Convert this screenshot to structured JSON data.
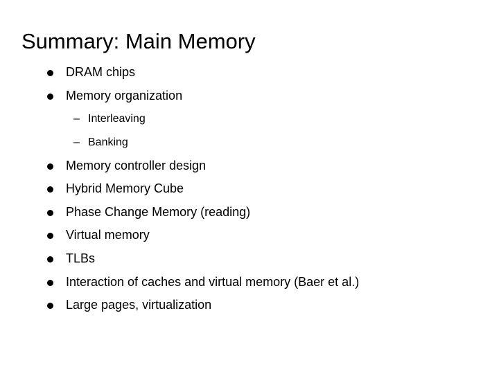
{
  "slide": {
    "title": "Summary: Main Memory",
    "bullets": [
      {
        "level": 1,
        "text": "DRAM chips"
      },
      {
        "level": 1,
        "text": "Memory organization"
      },
      {
        "level": 2,
        "text": "Interleaving"
      },
      {
        "level": 2,
        "text": "Banking"
      },
      {
        "level": 1,
        "text": "Memory controller design"
      },
      {
        "level": 1,
        "text": "Hybrid Memory Cube"
      },
      {
        "level": 1,
        "text": "Phase Change Memory (reading)"
      },
      {
        "level": 1,
        "text": "Virtual memory"
      },
      {
        "level": 1,
        "text": "TLBs"
      },
      {
        "level": 1,
        "text": "Interaction of caches and virtual memory (Baer et al.)"
      },
      {
        "level": 1,
        "text": "Large pages, virtualization"
      }
    ],
    "sub_marker": "–"
  }
}
